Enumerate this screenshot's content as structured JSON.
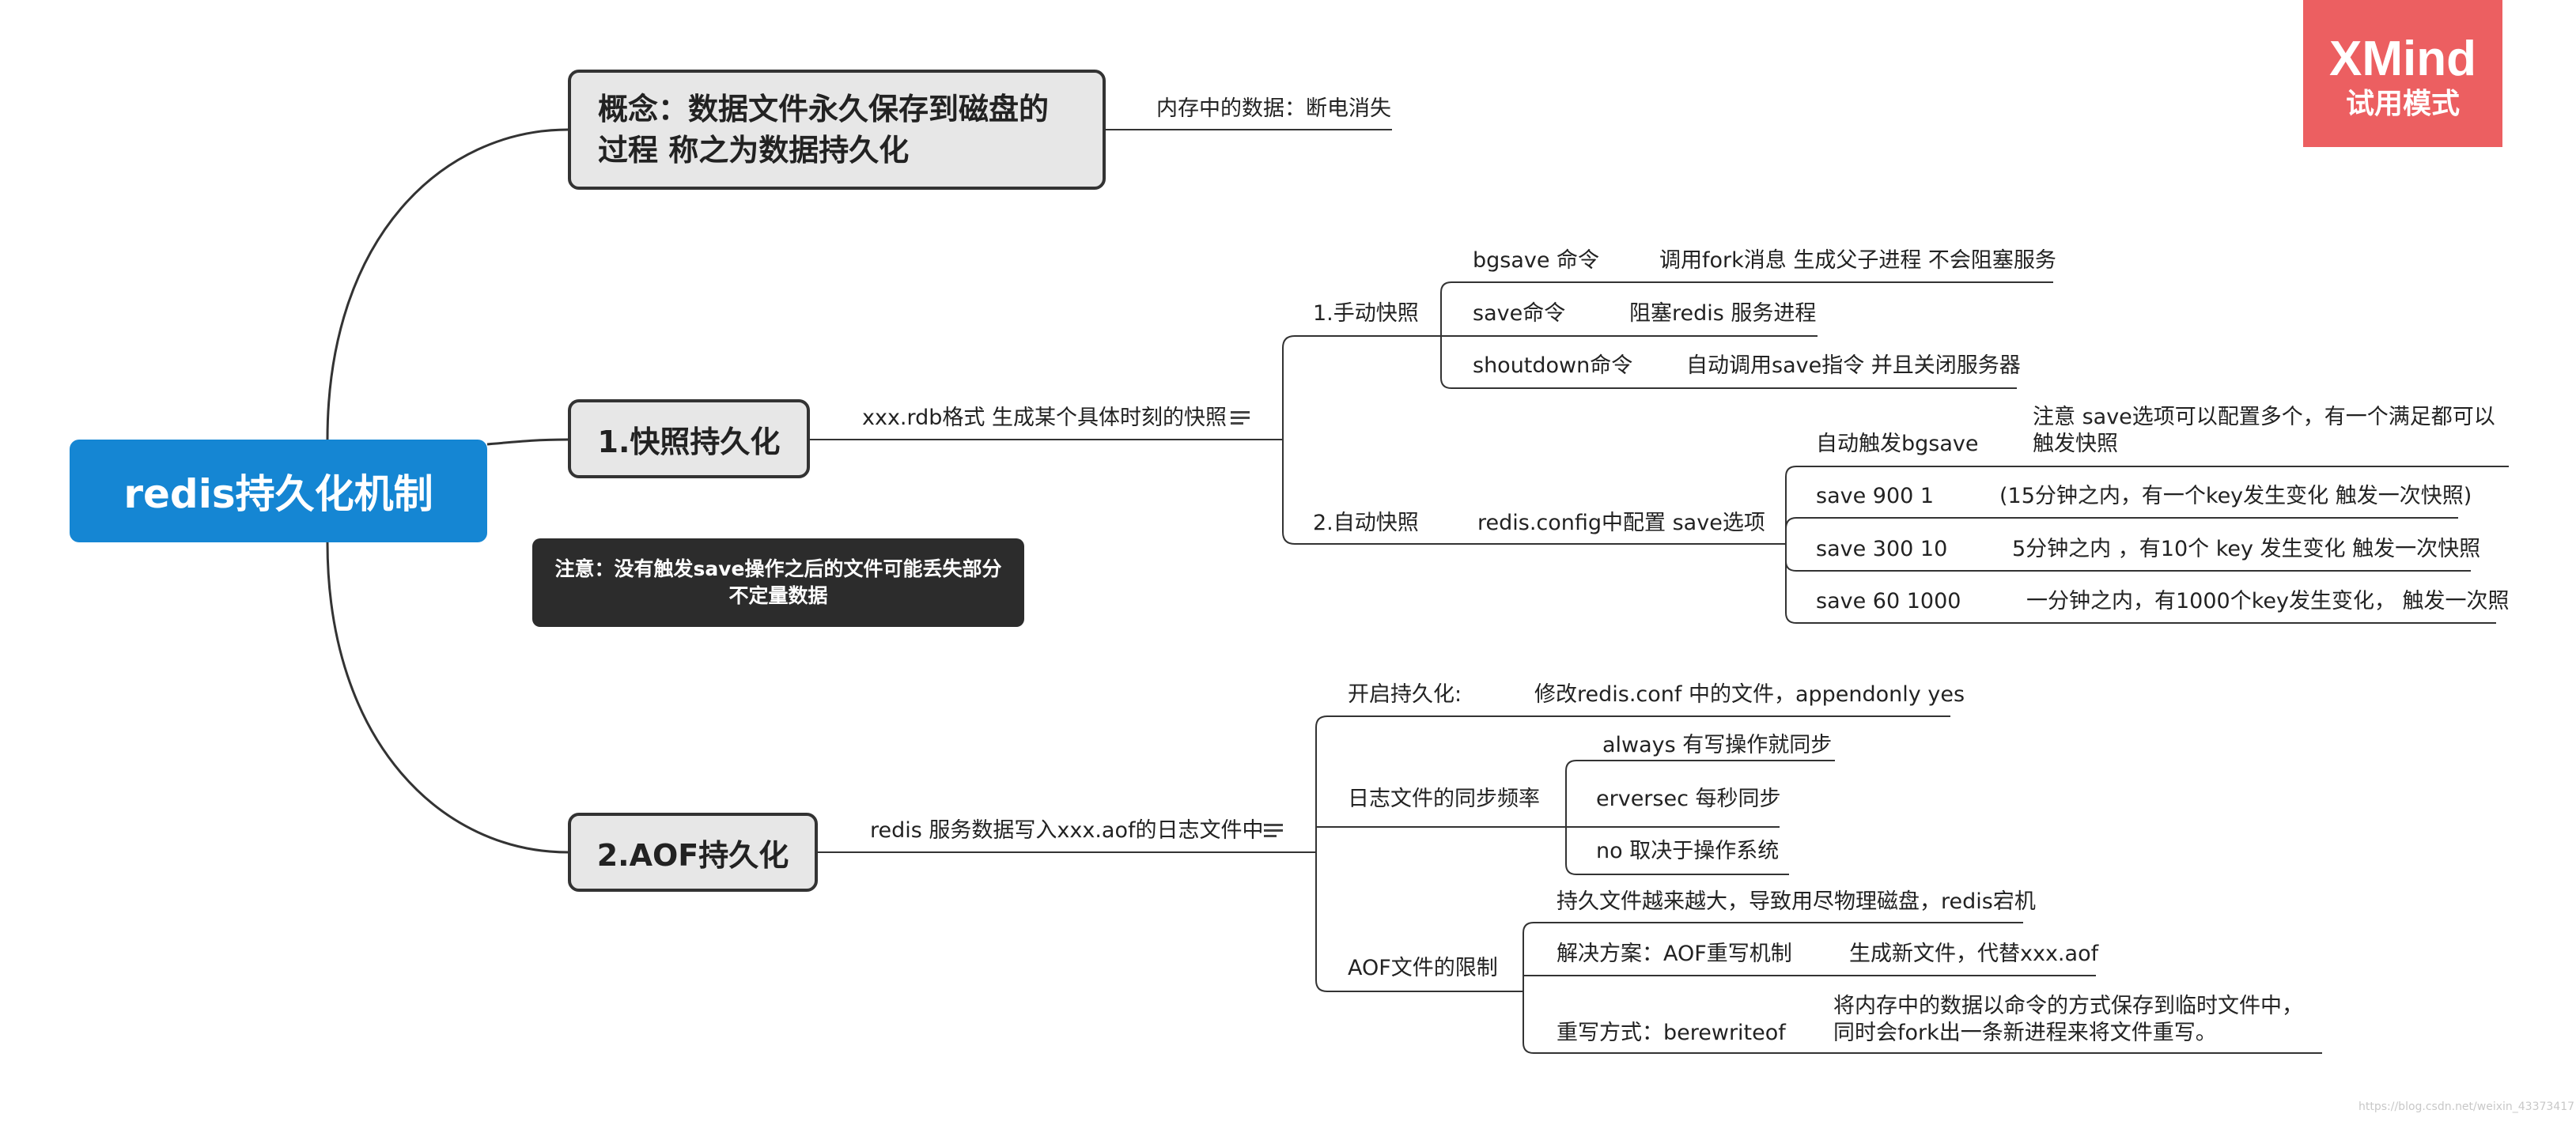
{
  "central": "redis持久化机制",
  "concept": {
    "title": "概念：数据文件永久保存到磁盘的过程 称之为数据持久化",
    "child": "内存中的数据：断电消失"
  },
  "snapshot": {
    "title": "1.快照持久化",
    "desc": "xxx.rdb格式 生成某个具体时刻的快照",
    "manual": {
      "label": "1.手动快照",
      "items": [
        {
          "cmd": "bgsave 命令",
          "desc": "调用fork消息 生成父子进程 不会阻塞服务"
        },
        {
          "cmd": "save命令",
          "desc": "阻塞redis 服务进程"
        },
        {
          "cmd": "shoutdown命令",
          "desc": "自动调用save指令 并且关闭服务器"
        }
      ]
    },
    "auto": {
      "label": "2.自动快照",
      "config": "redis.config中配置 save选项",
      "items": [
        {
          "cmd": "自动触发bgsave",
          "desc": "注意 save选项可以配置多个，有一个满足都可以触发快照"
        },
        {
          "cmd": "save 900   1",
          "desc": "(15分钟之内，有一个key发生变化 触发一次快照)"
        },
        {
          "cmd": "save 300   10",
          "desc": "5分钟之内 ，有10个 key 发生变化  触发一次快照"
        },
        {
          "cmd": "save   60    1000",
          "desc": "一分钟之内，有1000个key发生变化，  触发一次照"
        }
      ]
    }
  },
  "note": {
    "line1": "注意：没有触发save操作之后的文件可能丢失部分",
    "line2": "不定量数据"
  },
  "aof": {
    "title": "2.AOF持久化",
    "desc": "redis 服务数据写入xxx.aof的日志文件中",
    "enable": {
      "label": "开启持久化:",
      "value": "修改redis.conf 中的文件，appendonly yes"
    },
    "sync": {
      "label": "日志文件的同步频率",
      "items": [
        "always  有写操作就同步",
        "erversec 每秒同步",
        "no  取决于操作系统"
      ]
    },
    "limits": {
      "label": "AOF文件的限制",
      "item1": "持久文件越来越大，导致用尽物理磁盘，redis宕机",
      "item2": {
        "label": "解决方案：AOF重写机制",
        "value": "生成新文件，代替xxx.aof"
      },
      "item3": {
        "label": "重写方式：berewriteof",
        "value": "将内存中的数据以命令的方式保存到临时文件中，同时会fork出一条新进程来将文件重写。"
      }
    }
  },
  "badge": {
    "line1": "XMind",
    "line2": "试用模式"
  },
  "watermark": "https://blog.csdn.net/weixin_43373417",
  "colors": {
    "central": "#1586d3",
    "badge": "#ec5f61",
    "main_fill": "#e7e7e7",
    "note_fill": "#2c2c2c",
    "line": "#333333"
  }
}
